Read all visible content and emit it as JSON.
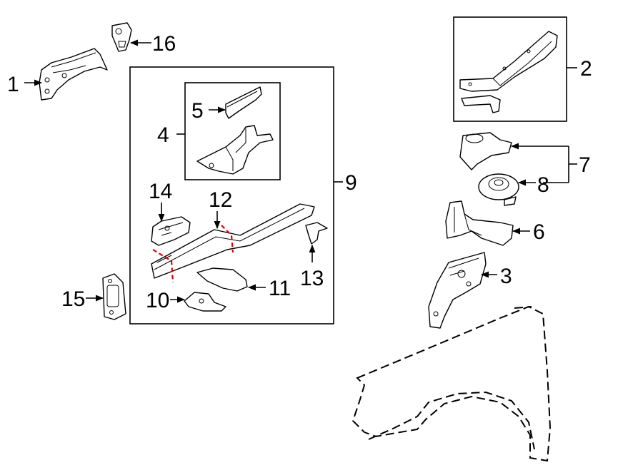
{
  "callouts": [
    {
      "id": "c1",
      "label": "1"
    },
    {
      "id": "c2",
      "label": "2"
    },
    {
      "id": "c3",
      "label": "3"
    },
    {
      "id": "c4",
      "label": "4"
    },
    {
      "id": "c5",
      "label": "5"
    },
    {
      "id": "c6",
      "label": "6"
    },
    {
      "id": "c7",
      "label": "7"
    },
    {
      "id": "c8",
      "label": "8"
    },
    {
      "id": "c9",
      "label": "9"
    },
    {
      "id": "c10",
      "label": "10"
    },
    {
      "id": "c11",
      "label": "11"
    },
    {
      "id": "c12",
      "label": "12"
    },
    {
      "id": "c13",
      "label": "13"
    },
    {
      "id": "c14",
      "label": "14"
    },
    {
      "id": "c15",
      "label": "15"
    },
    {
      "id": "c16",
      "label": "16"
    }
  ],
  "colors": {
    "line": "#000000",
    "cut_line": "#e00000",
    "background": "#ffffff"
  }
}
